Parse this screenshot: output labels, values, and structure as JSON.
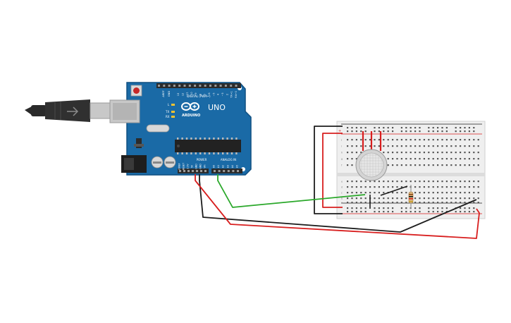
{
  "arduino": {
    "brand_text": "ARDUINO",
    "model_text": "UNO",
    "digital_header_label": "DIGITAL (PWM~)",
    "power_header_label": "POWER",
    "analog_header_label": "ANALOG IN",
    "led_labels": [
      "L",
      "TX",
      "RX"
    ],
    "aref_label": "AREF",
    "gnd_label": "GND",
    "digital_pin_labels": [
      "13",
      "12",
      "~11",
      "~10",
      "~9",
      "8",
      "7",
      "~6",
      "~5",
      "4",
      "~3",
      "2",
      "TX→1",
      "RX←0"
    ],
    "power_pin_labels": [
      "IOREF",
      "RESET",
      "3.3V",
      "5V",
      "GND",
      "GND",
      "Vin"
    ],
    "analog_pin_labels": [
      "A0",
      "A1",
      "A2",
      "A3",
      "A4",
      "A5"
    ]
  },
  "breadboard": {
    "row_letters_top": [
      "j",
      "i",
      "h",
      "g",
      "f"
    ],
    "row_letters_bottom": [
      "e",
      "d",
      "c",
      "b",
      "a"
    ],
    "rail_symbols": [
      "+",
      "-"
    ]
  },
  "colors": {
    "board": "#1a6aa6",
    "board_edge": "#0f4f80",
    "header": "#2b2b2b",
    "breadboard": "#efefef",
    "wire_red": "#d81e1e",
    "wire_black": "#1d1d1d",
    "wire_green": "#2aa82a",
    "usb": "#2a2a2a",
    "usb_metal": "#c8c8c8",
    "sensor": "#dcdcdc"
  },
  "components": {
    "sensor_icon": "gas-sensor-icon",
    "resistor_icon": "resistor-icon",
    "usb_icon": "usb-cable-icon"
  }
}
